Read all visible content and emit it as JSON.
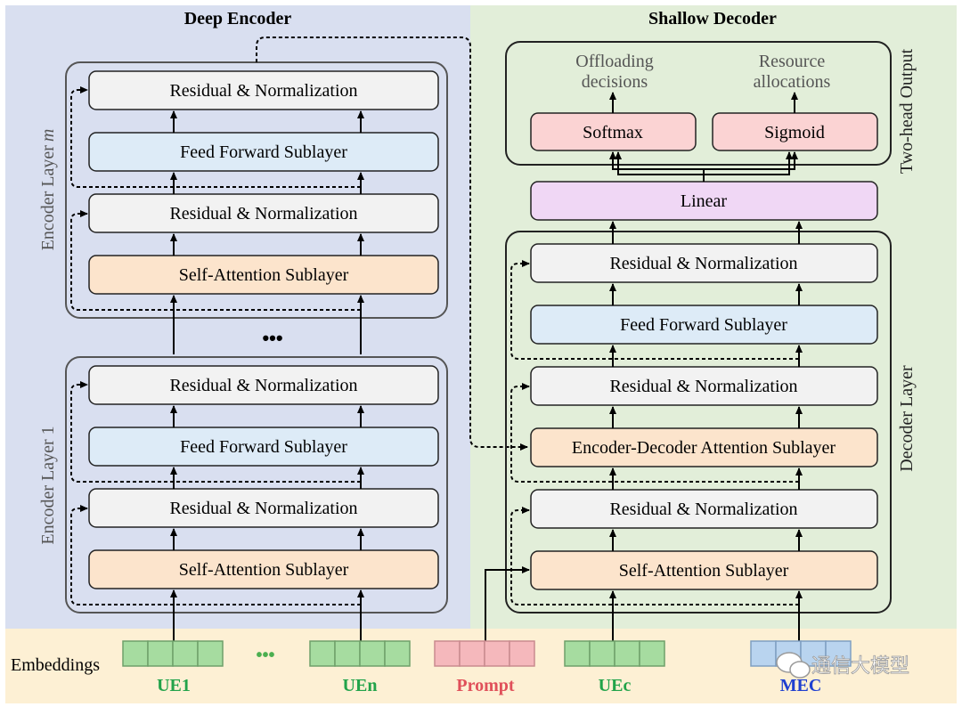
{
  "encoder": {
    "title": "Deep Encoder",
    "layer_m_label": "Encoder  Layer",
    "layer_m_index": "m",
    "layer_1_label": "Encoder Layer 1",
    "ellipsis": "•••",
    "blocks": {
      "residual_norm": "Residual & Normalization",
      "feed_forward": "Feed Forward Sublayer",
      "self_attention": "Self-Attention Sublayer"
    }
  },
  "decoder": {
    "title": "Shallow Decoder",
    "layer_label": "Decoder  Layer",
    "output_label": "Two-head Output",
    "blocks": {
      "residual_norm": "Residual & Normalization",
      "feed_forward": "Feed Forward Sublayer",
      "enc_dec_attention": "Encoder-Decoder Attention Sublayer",
      "self_attention": "Self-Attention Sublayer",
      "linear": "Linear",
      "softmax": "Softmax",
      "sigmoid": "Sigmoid"
    },
    "outputs": {
      "offloading_line1": "Offloading",
      "offloading_line2": "decisions",
      "resource_line1": "Resource",
      "resource_line2": "allocations"
    }
  },
  "embeddings": {
    "label": "Embeddings",
    "ellipsis": "•••",
    "ue1": "UE1",
    "uen": "UEn",
    "prompt": "Prompt",
    "uec": "UEc",
    "mec": "MEC"
  },
  "watermark": {
    "text": "通信大模型"
  },
  "colors": {
    "encoder_bg": "#d9dff0",
    "decoder_bg": "#e2eed9",
    "embedding_bg": "#fdf0d4",
    "residual_fill": "#f2f2f2",
    "feed_forward_fill": "#ddebf7",
    "attention_fill": "#fce4cc",
    "linear_fill": "#f0d7f5",
    "output_fill": "#fbd3d3",
    "ue_green": "#22a34a",
    "prompt_red": "#e0505a",
    "mec_blue": "#1f3fd0"
  }
}
